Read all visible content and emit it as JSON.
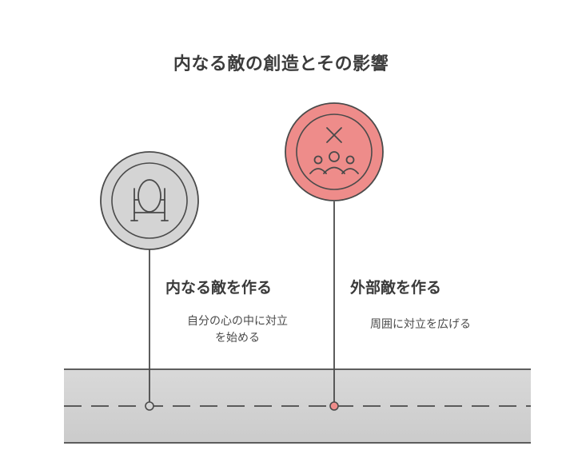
{
  "title": "内なる敵の創造とその影響",
  "milestones": [
    {
      "title": "内なる敵を作る",
      "description_lines": [
        "自分の心の中に対立",
        "を始める"
      ],
      "icon": "mirror-icon",
      "color": "#d4d4d4"
    },
    {
      "title": "外部敵を作る",
      "description_lines": [
        "周囲に対立を広げる"
      ],
      "icon": "group-conflict-icon",
      "color": "#ee8c8a"
    }
  ],
  "road_color": "#d2d2d2"
}
